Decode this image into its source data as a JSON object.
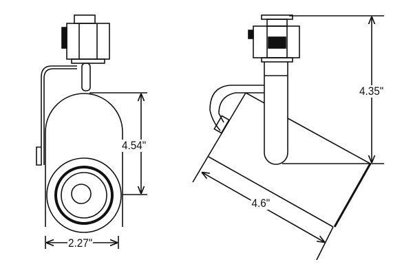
{
  "front_view": {
    "height_label": "4.54\"",
    "width_label": "2.27\""
  },
  "side_view": {
    "height_label": "4.35\"",
    "length_label": "4.6\""
  },
  "colors": {
    "line": "#111111",
    "background": "#ffffff"
  }
}
